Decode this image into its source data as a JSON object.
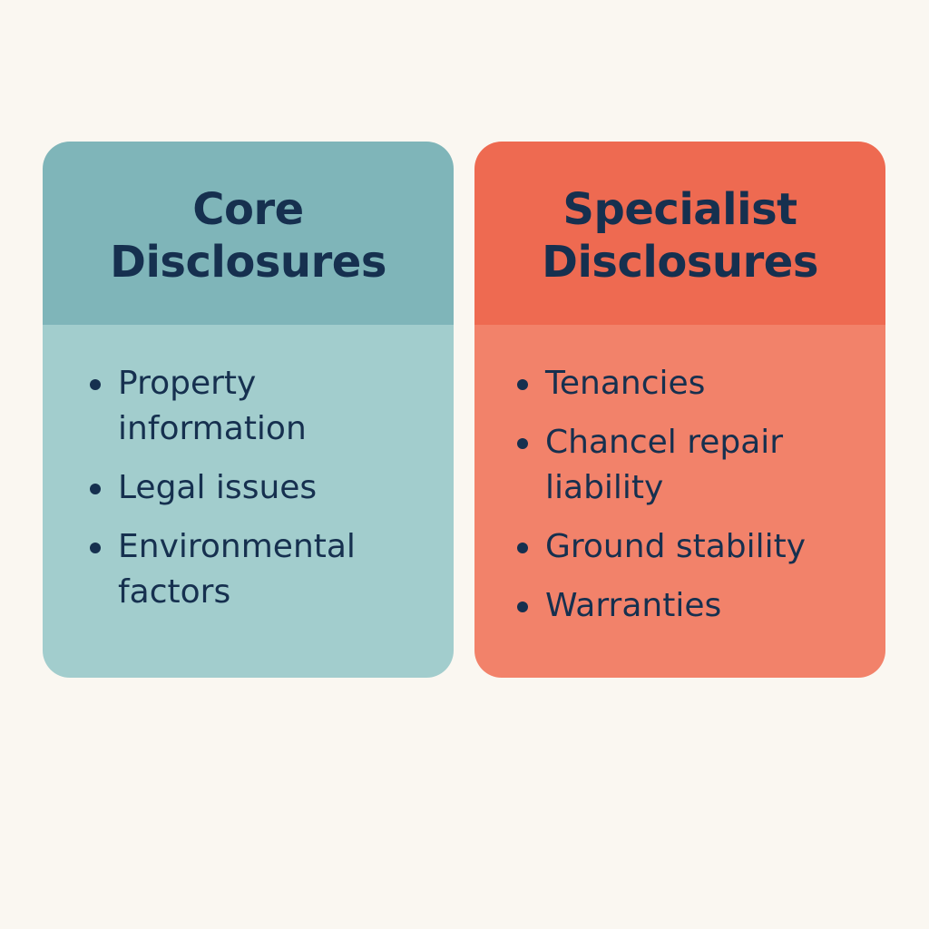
{
  "colors": {
    "background": "#faf7f1",
    "text": "#16304f",
    "core_header": "#7fb5b9",
    "core_body": "#a2cdcd",
    "specialist_header": "#ee6a51",
    "specialist_body": "#f2826a"
  },
  "cards": {
    "core": {
      "title_line1": "Core",
      "title_line2": "Disclosures",
      "items": [
        "Property information",
        "Legal issues",
        "Environmental factors"
      ]
    },
    "specialist": {
      "title_line1": "Specialist",
      "title_line2": "Disclosures",
      "items": [
        "Tenancies",
        "Chancel repair liability",
        "Ground stability",
        "Warranties"
      ]
    }
  }
}
